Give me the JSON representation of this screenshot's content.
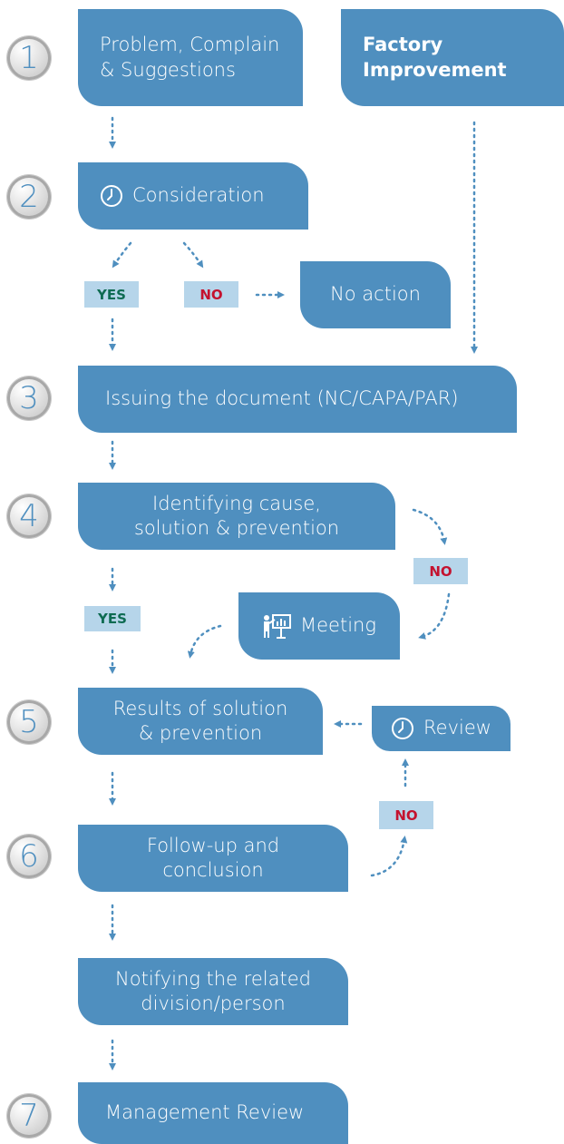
{
  "steps": [
    "1",
    "2",
    "3",
    "4",
    "5",
    "6",
    "7"
  ],
  "boxes": {
    "problem": [
      "Problem, Complain",
      "& Suggestions"
    ],
    "factory": [
      "Factory",
      "Improvement"
    ],
    "consideration": "Consideration",
    "no_action": "No action",
    "issuing": "Issuing the document (NC/CAPA/PAR)",
    "identifying": [
      "Identifying cause,",
      "solution & prevention"
    ],
    "meeting": "Meeting",
    "results": [
      "Results of solution",
      "& prevention"
    ],
    "review": "Review",
    "followup": [
      "Follow-up and",
      "conclusion"
    ],
    "notifying": [
      "Notifying the related",
      "division/person"
    ],
    "management": "Management Review"
  },
  "badges": {
    "yes1": "YES",
    "no1": "NO",
    "no2": "NO",
    "yes2": "YES",
    "no3": "NO"
  },
  "icons": [
    "clock-icon",
    "presentation-icon"
  ],
  "colors": {
    "box": "#4f8fbf",
    "badge_bg": "#b6d5ea",
    "yes": "#0e6b52",
    "no": "#c4122f",
    "connector": "#4f8fbf"
  }
}
